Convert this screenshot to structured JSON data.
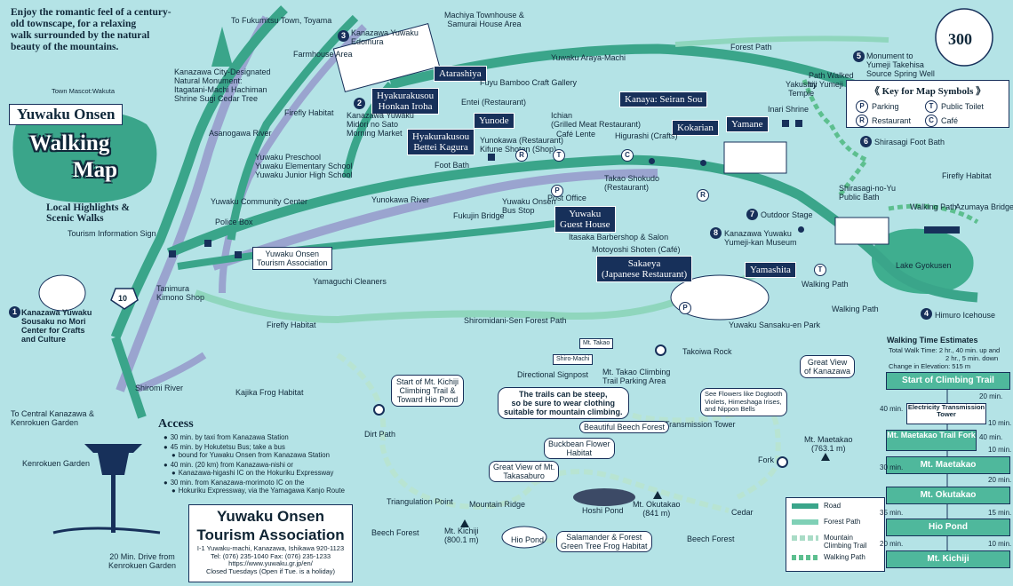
{
  "intro": [
    "Enjoy the romantic feel of a century-",
    "old townscape, for a relaxing",
    "walk surrounded by the natural",
    "beauty of the mountains."
  ],
  "title_box": "Yuwaku Onsen",
  "title_walking": "Walking",
  "title_map": "Map",
  "highlights": [
    "Local Highlights &",
    "Scenic Walks"
  ],
  "mascot": "Town Mascot:Wakuta",
  "era_badge": "300",
  "navy_labels": {
    "atarashiya": "Atarashiya",
    "honkan": [
      "Hyakurakusou",
      "Honkan Iroha"
    ],
    "yunode": "Yunode",
    "bettei": [
      "Hyakurakusou",
      "Bettei Kagura"
    ],
    "kanaya": "Kanaya: Seiran Sou",
    "kokarian": "Kokarian",
    "yamane": "Yamane",
    "guest": [
      "Yuwaku",
      "Guest House"
    ],
    "sakaeya": [
      "Sakaeya",
      "(Japanese Restaurant)"
    ],
    "yamashita": "Yamashita"
  },
  "tourism_assoc_label": [
    "Yuwaku Onsen",
    "Tourism Association"
  ],
  "places": {
    "fukumitsu": "To Fukumitsu Town, Toyama",
    "machiya": [
      "Machiya Townhouse &",
      "Samurai House Area"
    ],
    "edomura": [
      "Kanazawa Yuwaku",
      "Edomura"
    ],
    "farmhouse": "Farmhouse Area",
    "cedar": [
      "Kanazawa City-Designated",
      "Natural Monument:",
      "Itagatani-Machi Hachiman",
      "Shrine Sugi Cedar Tree"
    ],
    "firefly1": "Firefly Habitat",
    "asanogawa": "Asanogawa River",
    "midori": [
      "Kanazawa Yuwaku",
      "Midori no Sato",
      "Morning Market"
    ],
    "preschool": [
      "Yuwaku Preschool",
      "Yuwaku Elementary School",
      "Yuwaku Junior High School"
    ],
    "community": "Yuwaku Community Center",
    "police": "Police Box",
    "tourism_sign": "Tourism Information Sign",
    "yunokawa": "Yunokawa River",
    "fukujin": "Fukujin Bridge",
    "bus_stop": [
      "Yuwaku Onsen",
      "Bus Stop"
    ],
    "foot_bath1": "Foot Bath",
    "post": "Post Office",
    "fuyu": "Fuyu Bamboo Craft Gallery",
    "entei": "Entei (Restaurant)",
    "ichian": [
      "Ichian",
      "(Grilled Meat Restaurant)"
    ],
    "cafe_lente": "Café Lente",
    "higurashi": "Higurashi (Crafts)",
    "yunokawa_rest": [
      "Yunokawa (Restaurant)",
      "Kifune Shoten (Shop)"
    ],
    "takao_shokudo": [
      "Takao Shokudo",
      "(Restaurant)"
    ],
    "itasaka": "Itasaka Barbershop & Salon",
    "motoyoshi": "Motoyoshi Shoten (Café)",
    "araya": "Yuwaku Araya-Machi",
    "forest_path_top": "Forest Path",
    "yakushiji": [
      "Yakushiji",
      "Temple"
    ],
    "inari": "Inari Shrine",
    "path_yumeji": [
      "Path Walked",
      "by Yumeji"
    ],
    "monument": [
      "Monument to",
      "Yumeji Takehisa",
      "Source Spring Well"
    ],
    "shirasagi_bath": "Shirasagi Foot Bath",
    "firefly2": "Firefly Habitat",
    "shirasagi_public": [
      "Shirasagi-no-Yu",
      "Public Bath"
    ],
    "outdoor_stage": "Outdoor Stage",
    "yumeji_museum": [
      "Kanazawa Yuwaku",
      "Yumeji-kan Museum"
    ],
    "walking_path1": "Walking Path",
    "azumaya": "Azumaya Bridge",
    "gyokusen": "Lake Gyokusen",
    "walking_path2": "Walking Path",
    "walking_path3": "Walking Path",
    "himuro": "Himuro Icehouse",
    "sansaku": "Yuwaku Sansaku-en Park",
    "yamaguchi": "Yamaguchi Cleaners",
    "tanimura": [
      "Tanimura",
      "Kimono Shop"
    ],
    "firefly3": "Firefly Habitat",
    "sousaku": [
      "Kanazawa Yuwaku",
      "Sousaku no Mori",
      "Center for Crafts",
      "and Culture"
    ],
    "shiromidani": "Shiromidani-Sen Forest Path",
    "shiromi": "Shiromi River",
    "kajika": "Kajika Frog Habitat",
    "central": [
      "To Central Kanazawa &",
      "Kenrokuen Garden"
    ],
    "kenrokuen": "Kenrokuen Garden",
    "drive": [
      "20 Min. Drive from",
      "Kenrokuen Garden"
    ],
    "dirt_path": "Dirt Path",
    "kichiji_start": [
      "Start of Mt. Kichiji",
      "Climbing Trail &",
      "Toward Hio Pond"
    ],
    "directional": "Directional Signpost",
    "sign_takao": "Mt. Takao",
    "sign_shiromachi": "Shiro-Machi",
    "takao_parking": [
      "Mt. Takao Climbing",
      "Trail Parking Area"
    ],
    "takoiwa": "Takoiwa Rock",
    "steep": [
      "The trails can be steep,",
      "so be sure to wear clothing",
      "suitable for mountain climbing."
    ],
    "flowers": [
      "See Flowers like Dogtooth",
      "Violets, Himeshaga Irises,",
      "and Nippon Bells"
    ],
    "great_view_kanazawa": [
      "Great View",
      "of Kanazawa"
    ],
    "maetakao": [
      "Mt. Maetakao",
      "(763.1 m)"
    ],
    "transmission": "Transmission Tower",
    "beautiful_beech": "Beautiful Beech Forest",
    "buckbean": [
      "Buckbean Flower",
      "Habitat"
    ],
    "great_view_takasaburo": [
      "Great View of Mt.",
      "Takasaburo"
    ],
    "triangulation": "Triangulation Point",
    "ridge": "Mountain Ridge",
    "kichiji": [
      "Mt. Kichiji",
      "(800.1 m)"
    ],
    "hoshi": "Hoshi Pond",
    "okutakao": [
      "Mt. Okutakao",
      "(841 m)"
    ],
    "hio_pond": "Hio Pond",
    "salamander": [
      "Salamander & Forest",
      "Green Tree Frog Habitat"
    ],
    "beech1": "Beech Forest",
    "beech2": "Beech Forest",
    "cedar_label": "Cedar",
    "fork": "Fork",
    "road_number": "10"
  },
  "access": {
    "heading": "Access",
    "items": [
      "30 min. by taxi from Kanazawa Station",
      "45 min. by Hokutetsu Bus; take a bus",
      "bound for Yuwaku Onsen from Kanazawa Station",
      "40 min. (20 km) from Kanazawa-nishi or",
      "Kanazawa-higashi IC on the Hokuriku Expressway",
      "30 min. from Kanazawa-morimoto IC on the",
      "Hokuriku Expressway, via the Yamagawa Kanjo Route"
    ]
  },
  "association": {
    "name1": "Yuwaku Onsen",
    "name2": "Tourism Association",
    "address": "I-1 Yuwaku-machi, Kanazawa, Ishikawa 920-1123",
    "tel": "Tel: (076) 235-1040   Fax: (076) 235-1233",
    "url": "https://www.yuwaku.gr.jp/en/",
    "closed": "Closed Tuesdays (Open if Tue. is a holiday)"
  },
  "key": {
    "title": "《 Key for Map Symbols 》",
    "parking": "Parking",
    "toilet": "Public Toilet",
    "restaurant": "Restaurant",
    "cafe": "Café"
  },
  "legend": {
    "items": [
      {
        "label": "Road",
        "color": "#3aa58a"
      },
      {
        "label": "Forest Path",
        "color": "#7fd0b6"
      },
      {
        "label": "Mountain Climbing Trail",
        "color": "#a9dcc6"
      },
      {
        "label": "Walking Path",
        "color": "#5dbf8f"
      }
    ]
  },
  "walking_time": {
    "title": "Walking Time Estimates",
    "total": "Total Walk Time: 2 hr., 40 min. up and",
    "total2": "2 hr., 5 min. down",
    "elev": "Change in Elevation: 515 m",
    "steps": [
      "Start of Climbing Trail",
      "Electricity Transmission Tower",
      "Mt. Maetakao Trail Fork",
      "Mt. Maetakao",
      "Mt. Okutakao",
      "Hio Pond",
      "Mt. Kichiji"
    ],
    "times": [
      "20 min.",
      "40 min.",
      "10 min.",
      "40 min.",
      "10 min.",
      "30 min.",
      "20 min.",
      "35 min.",
      "15 min.",
      "20 min.",
      "10 min."
    ]
  },
  "colors": {
    "water": "#b4e3e6",
    "road": "#3aa58a",
    "navy": "#17305a",
    "forest": "#8fd6bd"
  }
}
